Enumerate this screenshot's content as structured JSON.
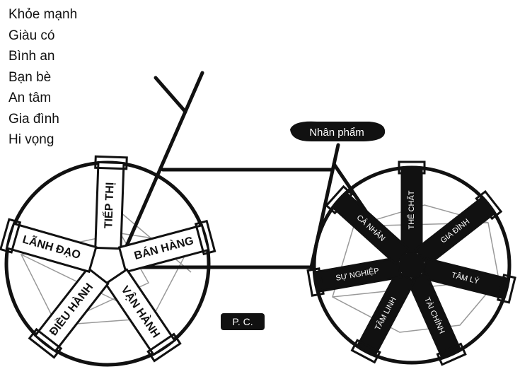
{
  "values_list": [
    "Khỏe mạnh",
    "Giàu có",
    "Bình an",
    "Bạn bè",
    "An tâm",
    "Gia đình",
    "Hi vọng"
  ],
  "seat_label": "Nhân phẩm",
  "signature": "P. C.",
  "front_wheel": {
    "spokes": [
      "TIẾP THỊ",
      "BÁN HÀNG",
      "VẬN HÀNH",
      "ĐIỀU HÀNH",
      "LÃNH ĐẠO"
    ]
  },
  "rear_wheel": {
    "spokes": [
      "THỂ CHẤT",
      "GIA ĐÌNH",
      "TÂM LÝ",
      "TÀI CHÍNH",
      "TÂM LINH",
      "SỰ NGHIỆP",
      "CÁ NHÂN"
    ]
  },
  "colors": {
    "ink": "#111111",
    "paper": "#ffffff",
    "web_line": "#999999"
  }
}
